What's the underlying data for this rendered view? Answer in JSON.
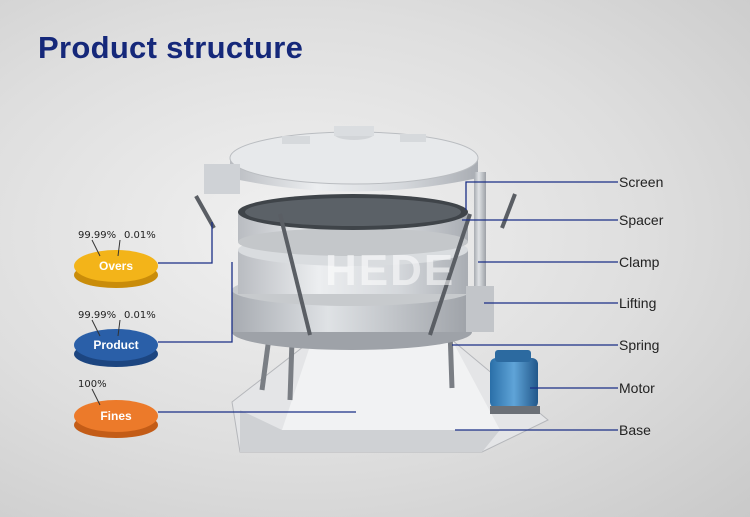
{
  "title": "Product structure",
  "watermark": "HEDE",
  "parts": [
    "Screen",
    "Spacer",
    "Clamp",
    "Lifting",
    "Spring",
    "Motor",
    "Base"
  ],
  "outputs": [
    {
      "label": "Overs",
      "pct_left": "99.99%",
      "pct_right": "0.01%",
      "color": "#f3b419"
    },
    {
      "label": "Product",
      "pct_left": "99.99%",
      "pct_right": "0.01%",
      "color": "#2a5fa8"
    },
    {
      "label": "Fines",
      "pct_left": "100%",
      "pct_right": "",
      "color": "#ec7a2a"
    }
  ],
  "colors": {
    "title": "#15287a",
    "leader_line": "#1b2f86"
  }
}
